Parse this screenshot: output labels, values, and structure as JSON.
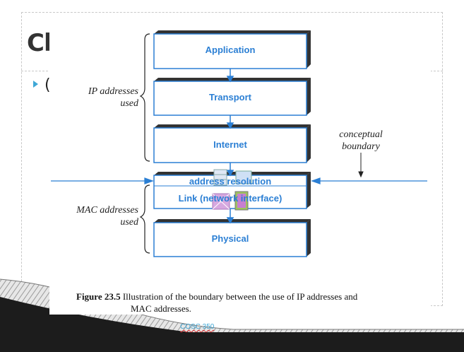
{
  "slide": {
    "title_fragment": "Cl",
    "bullet_glyph": "(",
    "footer": "COSC 350"
  },
  "figure": {
    "ip_label_line1": "IP addresses",
    "ip_label_line2": "used",
    "mac_label_line1": "MAC addresses",
    "mac_label_line2": "used",
    "concept_line1": "conceptual",
    "concept_line2": "boundary",
    "layers": {
      "application": "Application",
      "transport": "Transport",
      "internet": "Internet",
      "address_resolution": "address resolution",
      "link": "Link (network interface)",
      "physical": "Physical"
    },
    "caption_num": "Figure 23.5",
    "caption_text": "Illustration of the boundary between the use of IP addresses and",
    "caption_line2": "MAC addresses."
  },
  "colors": {
    "accent": "#2b7fd4",
    "box_stroke": "#2b7fd4",
    "shadow": "#333333"
  }
}
